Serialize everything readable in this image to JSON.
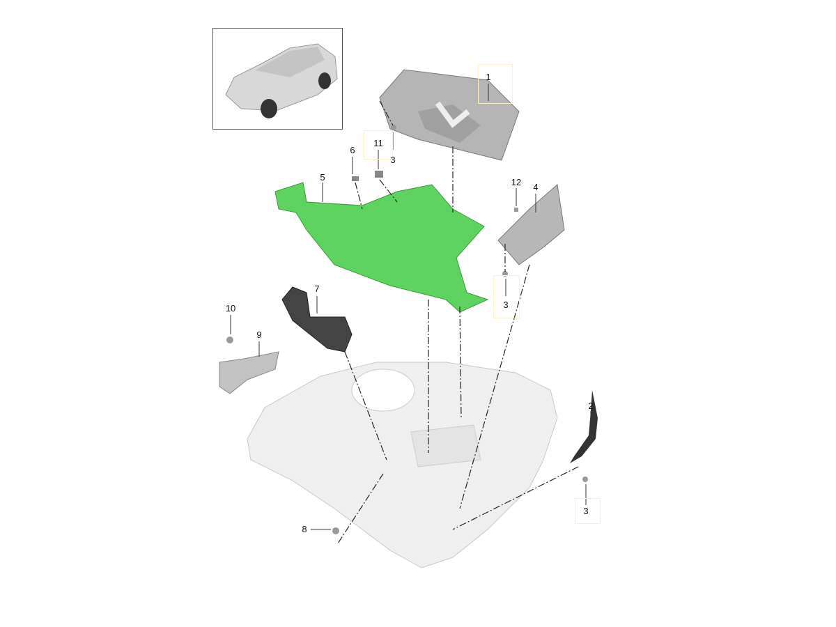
{
  "diagram": {
    "callouts": [
      {
        "id": "1",
        "label": "1"
      },
      {
        "id": "2",
        "label": "2"
      },
      {
        "id": "3a",
        "label": "3"
      },
      {
        "id": "3b",
        "label": "3"
      },
      {
        "id": "3c",
        "label": "3"
      },
      {
        "id": "4",
        "label": "4"
      },
      {
        "id": "5",
        "label": "5"
      },
      {
        "id": "6",
        "label": "6"
      },
      {
        "id": "7",
        "label": "7"
      },
      {
        "id": "8",
        "label": "8"
      },
      {
        "id": "9",
        "label": "9"
      },
      {
        "id": "10",
        "label": "10"
      },
      {
        "id": "11",
        "label": "11"
      },
      {
        "id": "12",
        "label": "12"
      }
    ],
    "colors": {
      "highlight": "#5fd35f",
      "part": "#b8b8b8",
      "body": "#eeeeee",
      "dark": "#444444"
    }
  }
}
